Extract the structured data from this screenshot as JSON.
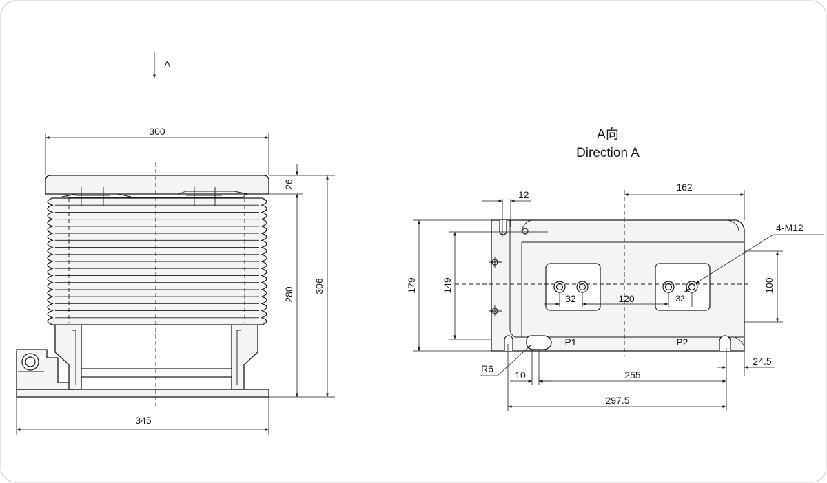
{
  "view_marker": {
    "label": "A"
  },
  "direction_title": {
    "cn": "A向",
    "en": "Direction A"
  },
  "front_view": {
    "dims": {
      "top_width": "300",
      "base_width": "345",
      "top_height": "26",
      "body_height": "280",
      "total_height": "306"
    }
  },
  "direction_view": {
    "dims": {
      "slot_width": "12",
      "half_length": "162",
      "thread_label": "4-M12",
      "overall_height": "179",
      "inner_height": "149",
      "pad_height": "100",
      "hole_pitch_left": "32",
      "pad_spacing": "120",
      "hole_pitch_right": "32",
      "radius": "R6",
      "offset": "10",
      "mount_spacing": "255",
      "edge_offset": "24.5",
      "overall_length": "297.5"
    },
    "terminals": {
      "p1": "P1",
      "p2": "P2"
    }
  }
}
